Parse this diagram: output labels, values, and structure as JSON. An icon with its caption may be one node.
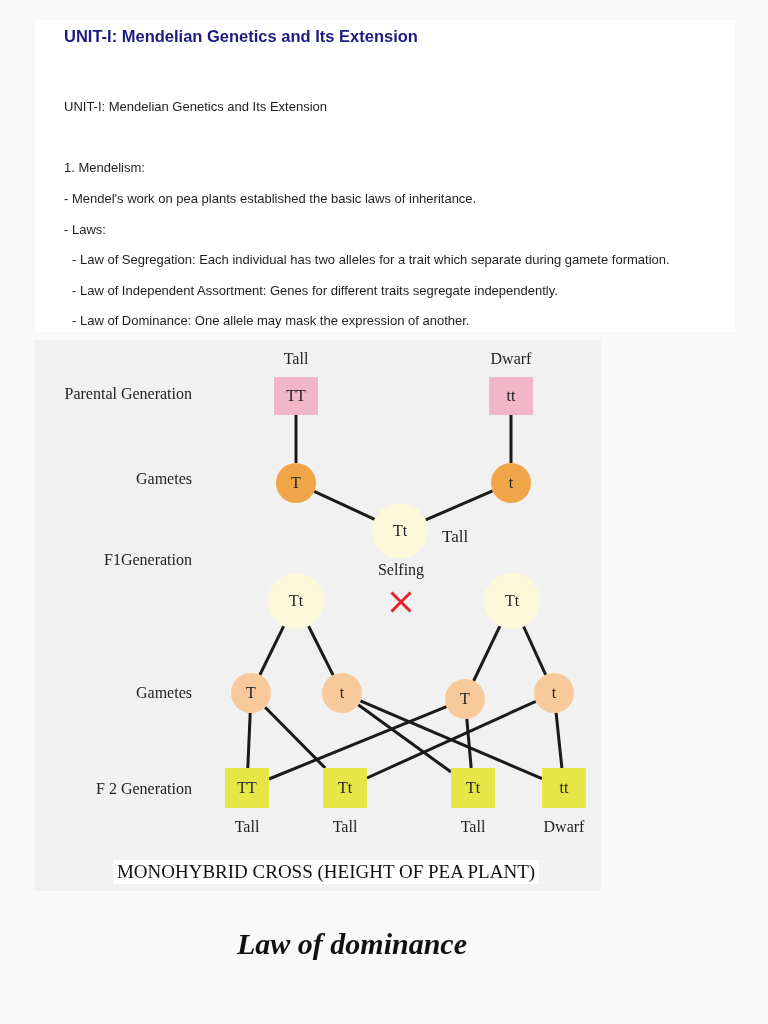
{
  "diagram": {
    "title": "UNIT-I: Mendelian Genetics and Its Extension",
    "caption": "MONOHYBRID CROSS (HEIGHT OF PEA PLANT)",
    "nodes": [
      {
        "text": [
          "TT"
        ],
        "beside": [
          "Tall"
        ]
      },
      {
        "text": [
          "tt"
        ],
        "beside": [
          "Dwarf"
        ]
      },
      {
        "text": [
          "T"
        ]
      },
      {
        "text": [
          "t"
        ]
      },
      {
        "text": [
          "Tt"
        ],
        "beside": [
          "Tall"
        ]
      },
      {
        "text": [
          "Tt"
        ]
      },
      {
        "text": [
          "Tt"
        ]
      },
      {
        "text": [
          "T"
        ]
      },
      {
        "text": [
          "t"
        ]
      },
      {
        "text": [
          "T"
        ]
      },
      {
        "text": [
          "t"
        ]
      },
      {
        "text": [
          "TT"
        ],
        "beside": [
          "Tall"
        ]
      },
      {
        "text": [
          "Tt"
        ],
        "beside": [
          "Tall"
        ]
      },
      {
        "text": [
          "Tt"
        ],
        "beside": [
          "Tall"
        ]
      },
      {
        "text": [
          "tt"
        ],
        "beside": [
          "Dwarf"
        ]
      }
    ],
    "edges": [
      {
        "from": 0,
        "to": 2,
        "arrow": "none"
      },
      {
        "from": 1,
        "to": 3,
        "arrow": "none"
      },
      {
        "from": 2,
        "to": 4,
        "arrow": "none"
      },
      {
        "from": 3,
        "to": 4,
        "arrow": "none"
      },
      {
        "from": 5,
        "to": 7,
        "arrow": "none"
      },
      {
        "from": 5,
        "to": 8,
        "arrow": "none"
      },
      {
        "from": 6,
        "to": 9,
        "arrow": "none"
      },
      {
        "from": 6,
        "to": 10,
        "arrow": "none"
      },
      {
        "from": 7,
        "to": 11,
        "arrow": "none"
      },
      {
        "from": 7,
        "to": 12,
        "arrow": "none"
      },
      {
        "from": 8,
        "to": 13,
        "arrow": "none"
      },
      {
        "from": 8,
        "to": 14,
        "arrow": "none"
      },
      {
        "from": 9,
        "to": 11,
        "arrow": "none"
      },
      {
        "from": 9,
        "to": 13,
        "arrow": "none"
      },
      {
        "from": 10,
        "to": 12,
        "arrow": "none"
      },
      {
        "from": 10,
        "to": 14,
        "arrow": "none"
      }
    ],
    "labels": [
      "UNIT-I: Mendelian Genetics and Its Extension",
      "1. Mendelism:",
      "- Mendel's work on pea plants established the basic laws of inheritance.",
      "- Laws:",
      "- Law of Segregation: Each individual has two alleles for a trait which separate during gamete formation.",
      "- Law of Independent Assortment: Genes for different traits segregate independently.",
      "- Law of Dominance: One allele may mask the expression of another.",
      "Parental Generation",
      "Gametes",
      "F1Generation",
      "Selfing",
      "Gametes",
      "F 2 Generation",
      "Law of dominance"
    ]
  }
}
